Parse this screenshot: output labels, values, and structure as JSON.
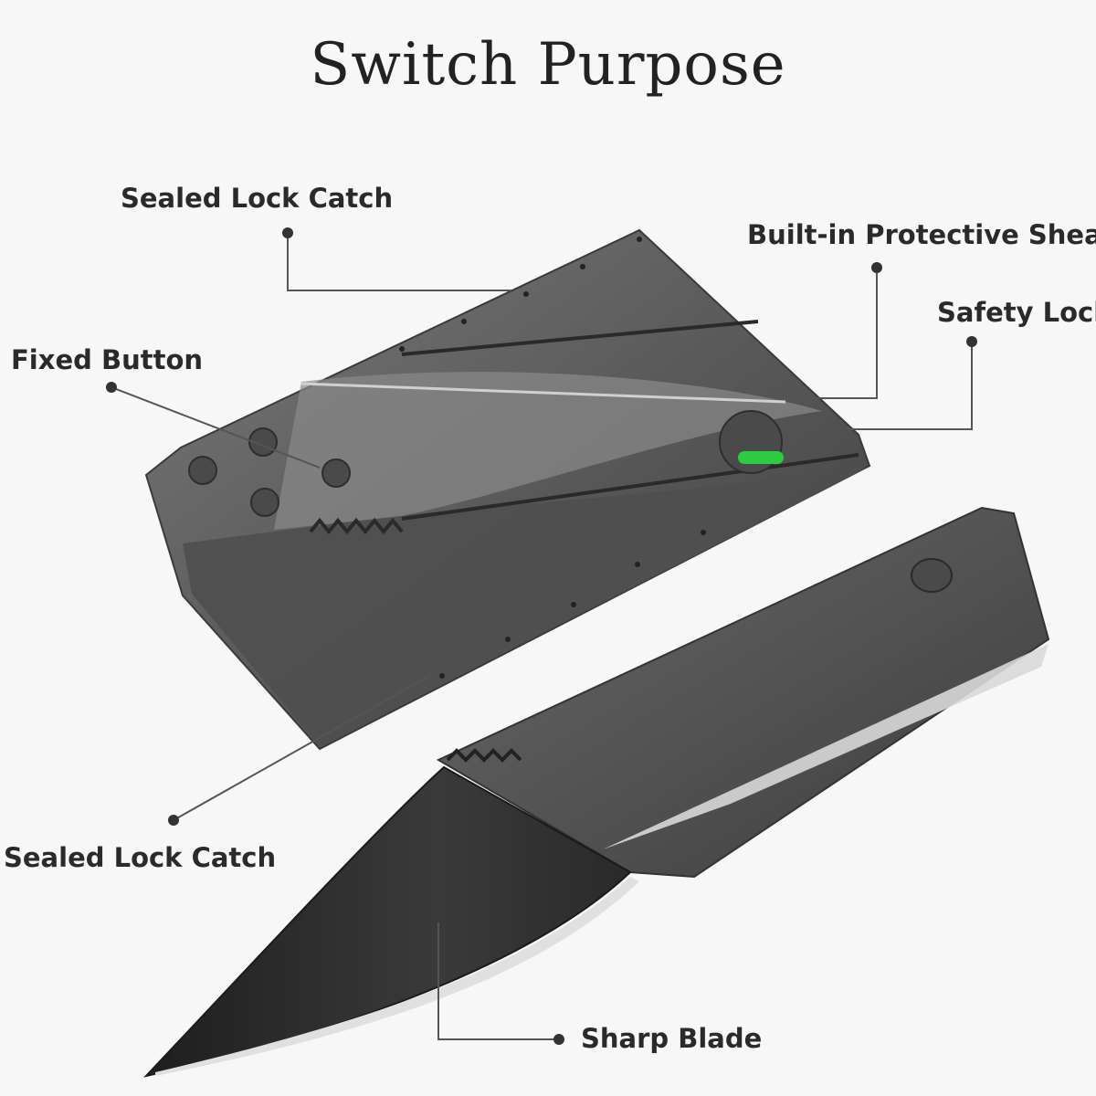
{
  "title": "Switch Purpose",
  "callouts": {
    "sealed_lock_catch_top": "Sealed Lock Catch",
    "built_in_protective_sheath": "Built-in Protective Sheath",
    "safety_lock": "Safety Lock",
    "fixed_button": "Fixed Button",
    "sealed_lock_catch_bottom": "Sealed Lock Catch",
    "sharp_blade": "Sharp Blade"
  },
  "colors": {
    "card_body": "#5c5c5c",
    "blade": "#2e2e2e",
    "safety_lock_indicator": "#2ecc40",
    "leader_line": "#555555"
  }
}
